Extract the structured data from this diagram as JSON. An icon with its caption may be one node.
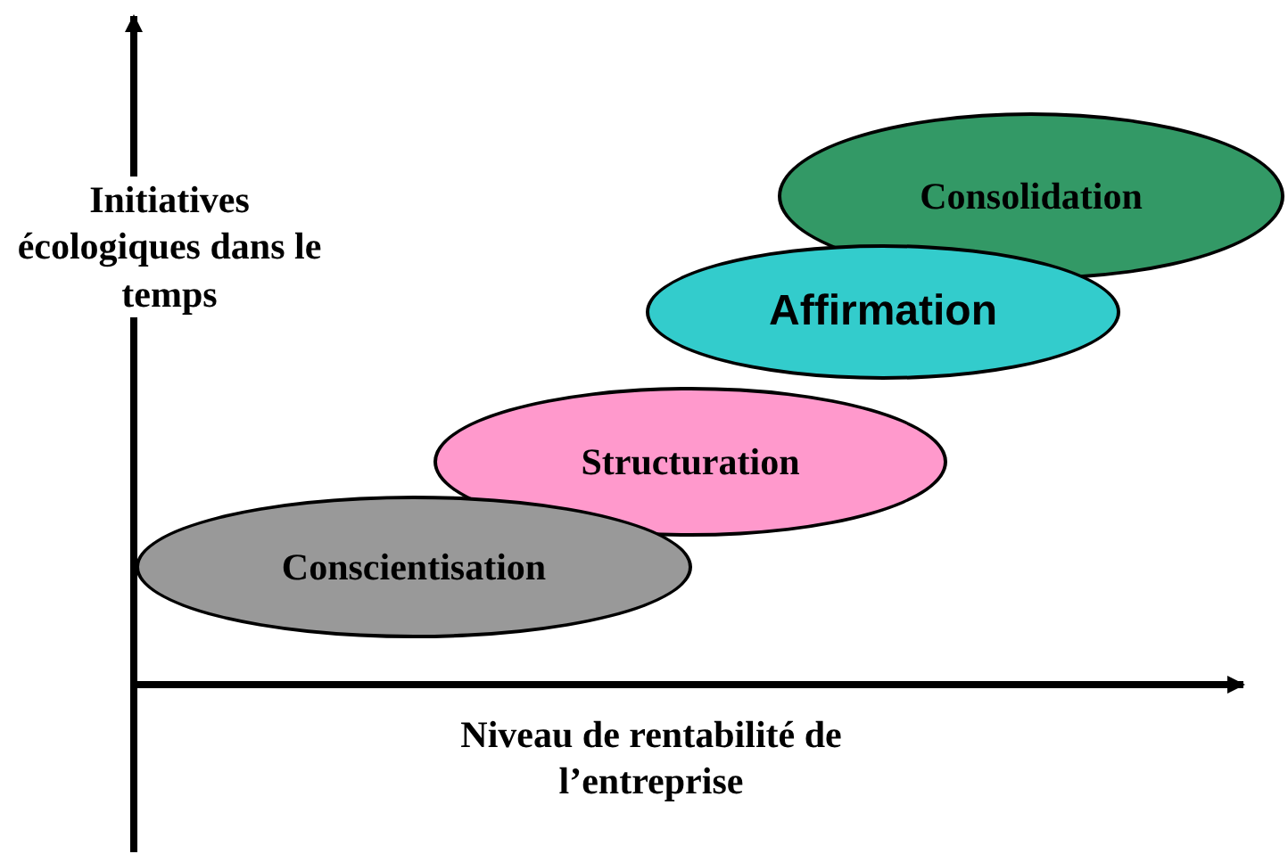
{
  "diagram": {
    "nodes": [
      {
        "text": [
          "Conscientisation"
        ]
      },
      {
        "text": [
          "Structuration"
        ]
      },
      {
        "text": [
          "Affirmation"
        ]
      },
      {
        "text": [
          "Consolidation"
        ]
      }
    ],
    "labels": [
      "Initiatives écologiques dans le temps",
      "Niveau de rentabilité de l’entreprise"
    ]
  }
}
